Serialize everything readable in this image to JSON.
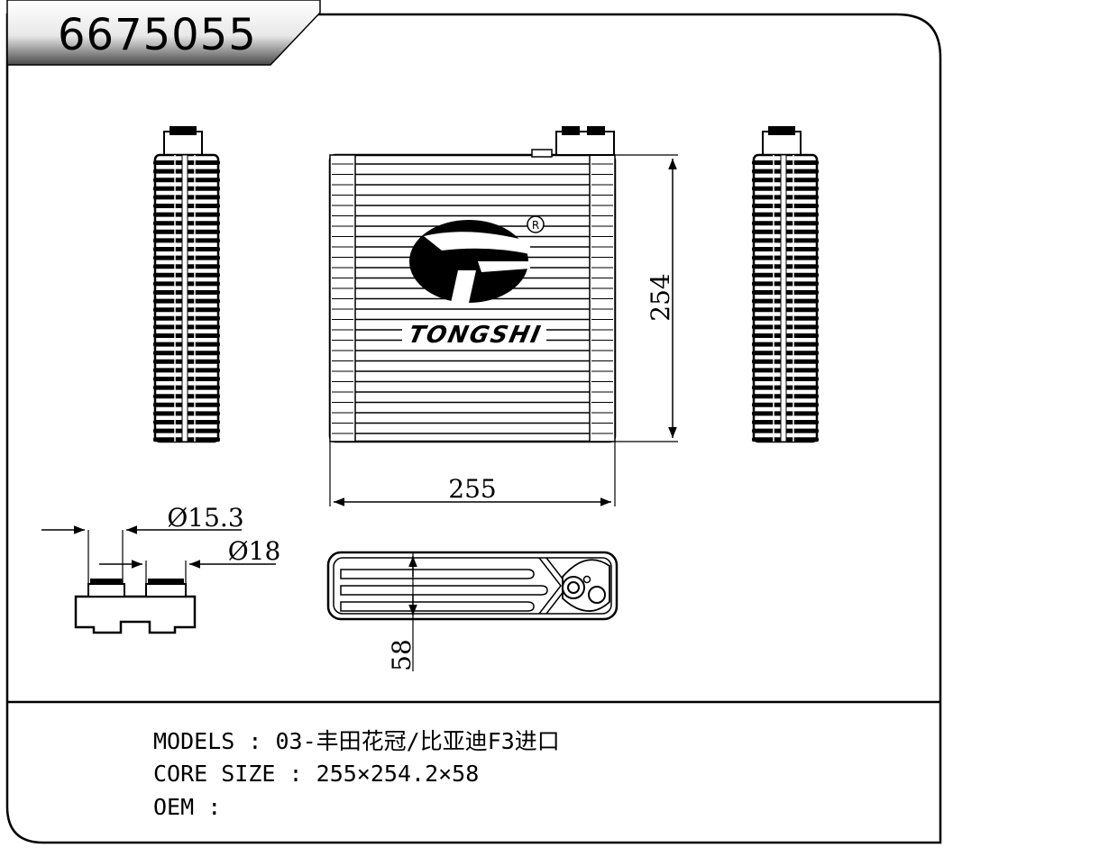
{
  "part_number": "6675055",
  "brand_logo_text": "TONGSHI",
  "registered_mark": "R",
  "dimensions": {
    "width": "255",
    "height": "254",
    "depth": "58",
    "pipe_diameter_small": "Ø15.3",
    "pipe_diameter_large": "Ø18"
  },
  "specs": {
    "models_label": "MODELS",
    "models_value": "03-丰田花冠/比亚迪F3进口",
    "core_size_label": "CORE SIZE",
    "core_size_value": "255×254.2×58",
    "oem_label": "OEM",
    "oem_value": "",
    "separator": ":"
  }
}
